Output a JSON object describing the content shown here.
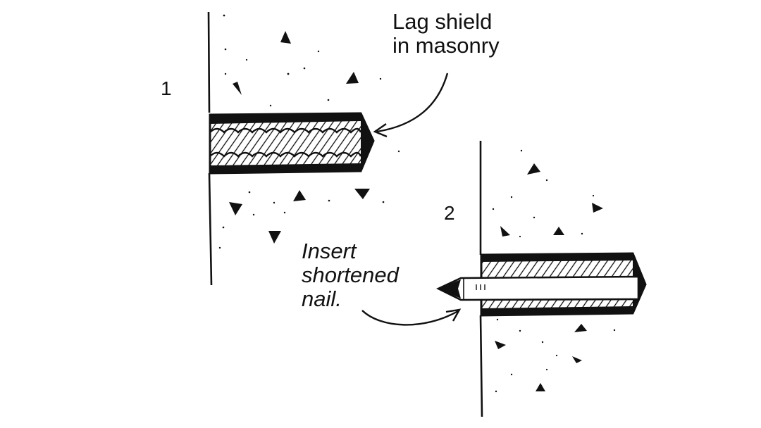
{
  "panels": [
    {
      "number": "1"
    },
    {
      "number": "2"
    }
  ],
  "callouts": {
    "lag_shield": {
      "lines": [
        "Lag shield",
        "in masonry"
      ]
    },
    "insert_nail": {
      "lines": [
        "Insert",
        "shortened",
        "nail."
      ]
    }
  },
  "colors": {
    "ink": "#111111",
    "background": "#ffffff"
  }
}
